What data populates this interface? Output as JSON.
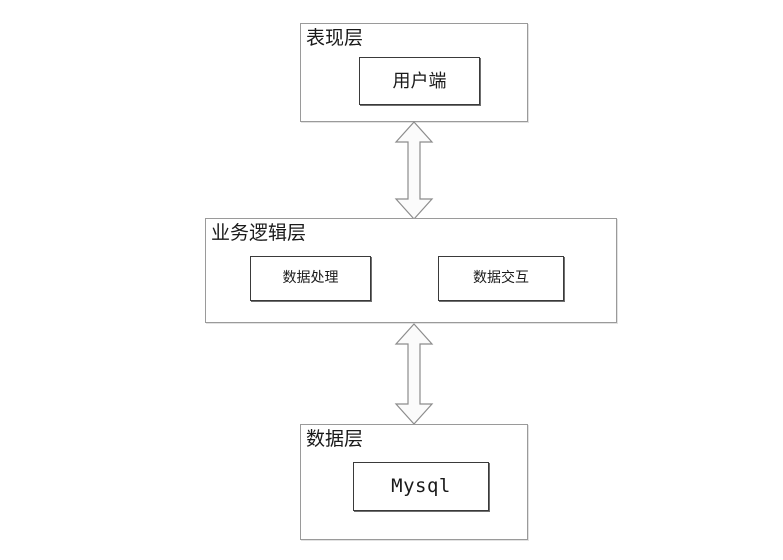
{
  "diagram": {
    "title_text_present": false,
    "background_color": "#ffffff",
    "layer_border_color": "#9a9a9a",
    "node_border_color": "#3a3a3a",
    "arrow_fill_color": "#fbfbfb",
    "arrow_stroke_color": "#8c8c8c",
    "layers": [
      {
        "id": "presentation",
        "title": "表现层",
        "nodes": [
          {
            "id": "client",
            "label": "用户端",
            "font": "serif"
          }
        ]
      },
      {
        "id": "business",
        "title": "业务逻辑层",
        "nodes": [
          {
            "id": "data-processing",
            "label": "数据处理",
            "font": "serif"
          },
          {
            "id": "data-interaction",
            "label": "数据交互",
            "font": "serif"
          }
        ]
      },
      {
        "id": "data",
        "title": "数据层",
        "nodes": [
          {
            "id": "mysql",
            "label": "Mysql",
            "font": "mono"
          }
        ]
      }
    ],
    "connectors": [
      {
        "id": "presentation-business",
        "type": "double-headed-block-arrow",
        "orientation": "vertical",
        "from": "表现层",
        "to": "业务逻辑层"
      },
      {
        "id": "business-data",
        "type": "double-headed-block-arrow",
        "orientation": "vertical",
        "from": "业务逻辑层",
        "to": "数据层"
      }
    ]
  }
}
